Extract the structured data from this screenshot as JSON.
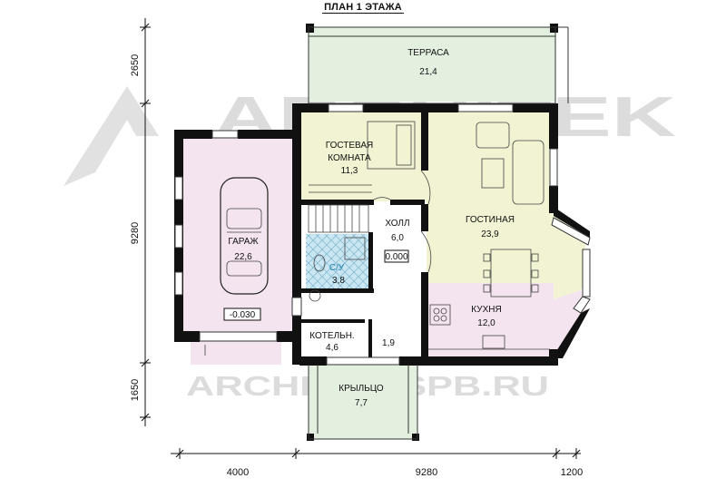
{
  "plan": {
    "title": "ПЛАН 1 ЭТАЖА",
    "watermark": {
      "logo": "ARCHITEK",
      "site": "ARCHITEK.SPB.RU"
    },
    "rooms": {
      "terrace": {
        "name": "ТЕРРАСА",
        "area": "21,4"
      },
      "guest": {
        "name_line1": "ГОСТЕВАЯ",
        "name_line2": "КОМНАТА",
        "area": "11,3"
      },
      "garage": {
        "name": "ГАРАЖ",
        "area": "22,6"
      },
      "hall": {
        "name": "ХОЛЛ",
        "area": "6,0"
      },
      "bath": {
        "name": "С/У",
        "area": "3,8"
      },
      "living": {
        "name": "ГОСТИНАЯ",
        "area": "23,9"
      },
      "kitchen": {
        "name": "КУХНЯ",
        "area": "12,0"
      },
      "boiler": {
        "name": "КОТЕЛЬН.",
        "area": "4,6"
      },
      "vestibule": {
        "area": "1,9"
      },
      "porch": {
        "name": "КРЫЛЬЦО",
        "area": "7,7"
      }
    },
    "levels": {
      "hall": "0.000",
      "garage": "-0.030"
    },
    "dimensions": {
      "bottom": [
        "4000",
        "9280",
        "1200"
      ],
      "left": [
        "2650",
        "9280",
        "1650"
      ]
    },
    "colors": {
      "wall": "#111111",
      "garage_fill": "#f3e4ef",
      "warm_fill": "#f1f3d2",
      "terrace_fill": "#e3efdf",
      "tile_fill": "#c9e6f2"
    }
  }
}
